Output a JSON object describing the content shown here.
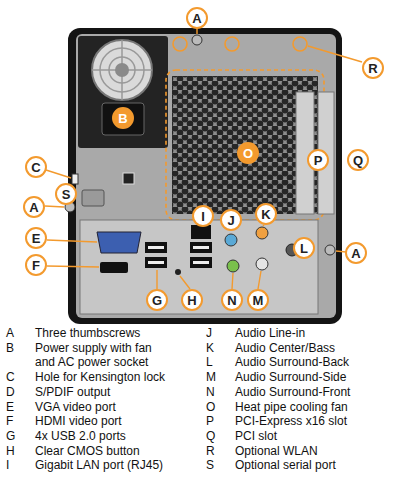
{
  "diagram": {
    "nodes": [
      {
        "text": [
          "A"
        ]
      },
      {
        "text": [
          "R"
        ]
      },
      {
        "text": [
          "B"
        ]
      },
      {
        "text": [
          "O"
        ]
      },
      {
        "text": [
          "P"
        ]
      },
      {
        "text": [
          "Q"
        ]
      },
      {
        "text": [
          "C"
        ]
      },
      {
        "text": [
          "S"
        ]
      },
      {
        "text": [
          "A"
        ]
      },
      {
        "text": [
          "K"
        ]
      },
      {
        "text": [
          "I"
        ]
      },
      {
        "text": [
          "J"
        ]
      },
      {
        "text": [
          "E"
        ]
      },
      {
        "text": [
          "L"
        ]
      },
      {
        "text": [
          "A"
        ]
      },
      {
        "text": [
          "F"
        ]
      },
      {
        "text": [
          "G"
        ]
      },
      {
        "text": [
          "H"
        ]
      },
      {
        "text": [
          "N"
        ]
      },
      {
        "text": [
          "M"
        ]
      }
    ],
    "labels": [
      "A",
      "Three thumbscrews",
      "B",
      "Power supply with fan and AC power socket",
      "C",
      "Hole for Kensington lock",
      "D",
      "S/PDIF output",
      "E",
      "VGA video port",
      "F",
      "HDMI video port",
      "G",
      "4x USB 2.0 ports",
      "H",
      "Clear CMOS button",
      "I",
      "Gigabit LAN port (RJ45)",
      "J",
      "Audio Line-in",
      "K",
      "Audio Center/Bass",
      "L",
      "Audio Surround-Back",
      "M",
      "Audio Surround-Side",
      "N",
      "Audio Surround-Front",
      "O",
      "Heat pipe cooling fan",
      "P",
      "PCI-Express x16 slot",
      "Q",
      "PCI slot",
      "R",
      "Optional WLAN",
      "S",
      "Optional serial port"
    ]
  }
}
